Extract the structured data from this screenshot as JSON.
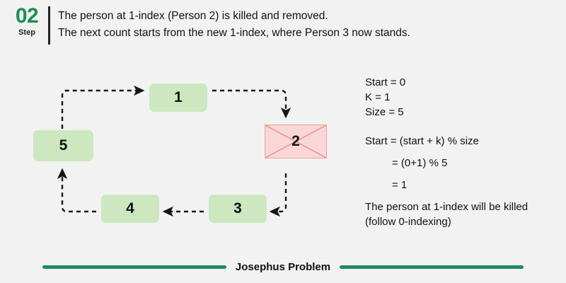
{
  "header": {
    "step_number": "02",
    "step_word": "Step",
    "line1": "The person at 1-index (Person 2) is killed and removed.",
    "line2": "The next count starts from the new 1-index, where Person 3 now stands."
  },
  "diagram": {
    "nodes": [
      {
        "id": "node-1",
        "label": "1",
        "state": "alive"
      },
      {
        "id": "node-2",
        "label": "2",
        "state": "killed"
      },
      {
        "id": "node-3",
        "label": "3",
        "state": "alive"
      },
      {
        "id": "node-4",
        "label": "4",
        "state": "alive"
      },
      {
        "id": "node-5",
        "label": "5",
        "state": "alive"
      }
    ],
    "edges": [
      {
        "from": "1",
        "to": "2"
      },
      {
        "from": "2",
        "to": "3"
      },
      {
        "from": "3",
        "to": "4"
      },
      {
        "from": "4",
        "to": "5"
      },
      {
        "from": "5",
        "to": "1"
      }
    ],
    "colors": {
      "alive_fill": "#cde8c0",
      "killed_fill": "#fbd6d6",
      "killed_stroke": "#e8a3a3",
      "arrow": "#151515"
    }
  },
  "notes": {
    "start": "Start = 0",
    "k": "K = 1",
    "size": "Size = 5",
    "formula": "Start = (start + k) % size",
    "substitution": "= (0+1) % 5",
    "result": "= 1",
    "conclusion": "The person at 1-index will be killed (follow 0-indexing)"
  },
  "footer": {
    "title": "Josephus Problem",
    "rule_color": "#1d8a63"
  },
  "theme": {
    "background": "#f2f2f2",
    "accent_green": "#1a9150",
    "text": "#111111"
  }
}
